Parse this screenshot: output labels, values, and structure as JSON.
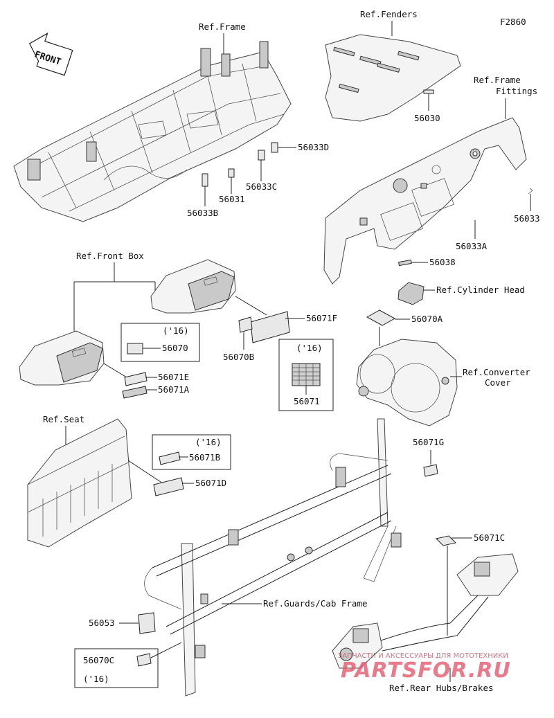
{
  "diagram_code": "F2860",
  "front_label": "FRONT",
  "refs": {
    "frame": "Ref.Frame",
    "fenders": "Ref.Fenders",
    "frame_fittings_1": "Ref.Frame",
    "frame_fittings_2": "Fittings",
    "front_box": "Ref.Front Box",
    "cylinder_head": "Ref.Cylinder Head",
    "converter_cover_1": "Ref.Converter",
    "converter_cover_2": "Cover",
    "seat": "Ref.Seat",
    "guards_cab_frame": "Ref.Guards/Cab Frame",
    "rear_hubs_brakes": "Ref.Rear Hubs/Brakes"
  },
  "parts": {
    "p56030": "56030",
    "p56033D": "56033D",
    "p56033C": "56033C",
    "p56031": "56031",
    "p56033B": "56033B",
    "p56033": "56033",
    "p56033A": "56033A",
    "p56038": "56038",
    "p56070A": "56070A",
    "p56071F": "56071F",
    "p56070B": "56070B",
    "p56070": "56070",
    "p56071E": "56071E",
    "p56071A": "56071A",
    "p56071": "56071",
    "p56071B": "56071B",
    "p56071D": "56071D",
    "p56071G": "56071G",
    "p56071C": "56071C",
    "p56053": "56053",
    "p56070C": "56070C"
  },
  "year_note": "('16)",
  "watermark": {
    "line1": "ЗАПЧАСТИ И АКСЕССУАРЫ ДЛЯ МОТОТЕХНИКИ",
    "logo": "PARTSFOR.RU",
    "color": "#e35a6e"
  }
}
